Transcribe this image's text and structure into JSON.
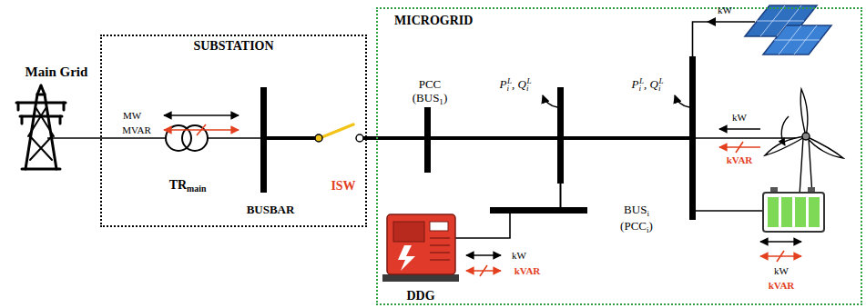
{
  "diagram": {
    "nodes": [
      {
        "text": [
          "SUBSTATION"
        ]
      },
      {
        "text": [
          "MICROGRID"
        ]
      }
    ],
    "edges": [
      {
        "from": 0,
        "to": 1,
        "arrow": "none"
      }
    ],
    "labels": [
      "Main Grid",
      "MW",
      "MVAR",
      "TR",
      "main",
      "BUSBAR",
      "ISW",
      "PCC",
      "(BUS",
      "1",
      ")",
      "P",
      "i",
      "L",
      ", Q",
      "i",
      "L",
      "P",
      "i",
      "L",
      ", Q",
      "i",
      "L",
      "BUS",
      "i",
      "(PCC",
      "i",
      ")",
      "DDG",
      "kW",
      "kVAR",
      "kW",
      "kW",
      "kVAR",
      "kW",
      "kVAR"
    ]
  }
}
